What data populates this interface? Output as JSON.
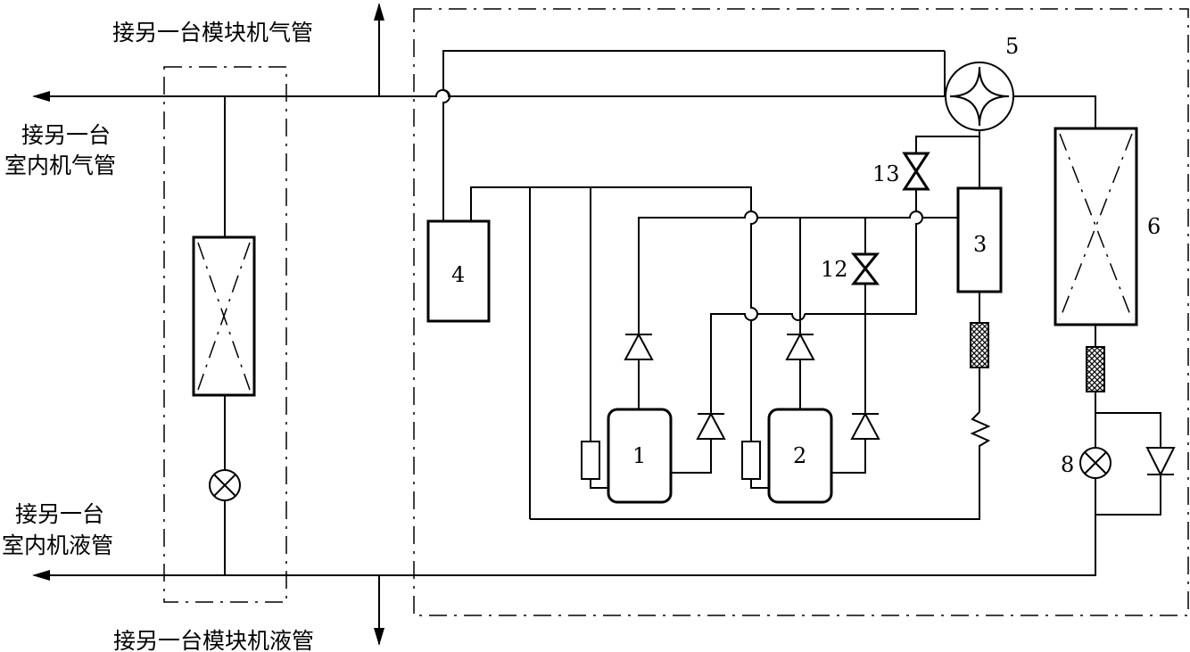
{
  "annotations": {
    "module_gas": "接另一台模块机气管",
    "indoor_gas_1": "接另一台",
    "indoor_gas_2": "室内机气管",
    "indoor_liquid_1": "接另一台",
    "indoor_liquid_2": "室内机液管",
    "module_liquid": "接另一台模块机液管"
  },
  "components": {
    "compressor_1": "1",
    "compressor_2": "2",
    "separator": "3",
    "unit_4": "4",
    "four_way_valve": "5",
    "condenser": "6",
    "expansion_valve": "8",
    "valve_12": "12",
    "valve_13": "13"
  }
}
